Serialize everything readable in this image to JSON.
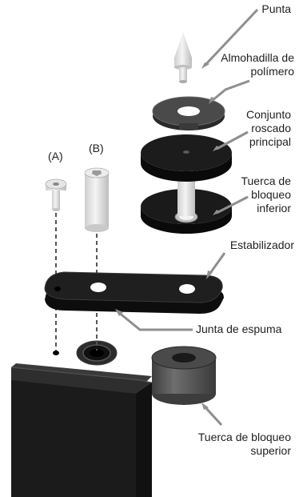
{
  "labels": {
    "punta": "Punta",
    "almohadilla": [
      "Almohadilla de",
      "polímero"
    ],
    "conjunto": [
      "Conjunto",
      "roscado",
      "principal"
    ],
    "tuerca_inferior": [
      "Tuerca de",
      "bloqueo",
      "inferior"
    ],
    "estabilizador": "Estabilizador",
    "junta": "Junta de espuma",
    "tuerca_superior": [
      "Tuerca de bloqueo",
      "superior"
    ],
    "tornillo_a": "(A)",
    "tornillo_b": "(B)"
  },
  "colors": {
    "arrow": "#8f8f8f",
    "body_dark": "#1c1c1c",
    "body_mid": "#2b2b2b",
    "metal": "#dcdcdc",
    "gray_nut": "#5a5a5a"
  }
}
